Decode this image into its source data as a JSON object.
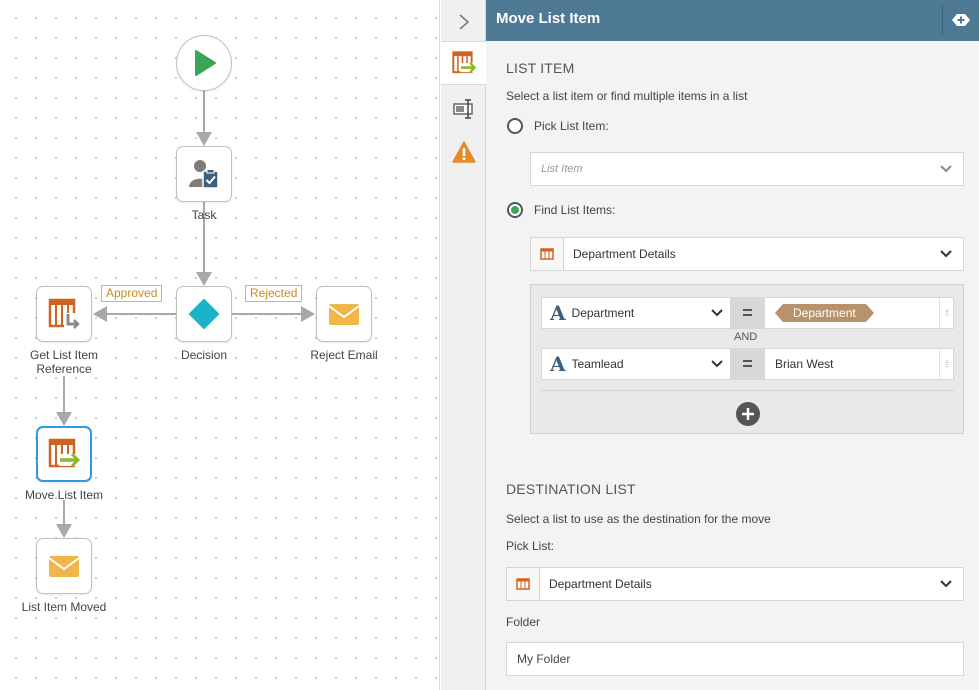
{
  "workflow": {
    "nodes": {
      "start": {
        "label": ""
      },
      "task": {
        "label": "Task"
      },
      "decision": {
        "label": "Decision"
      },
      "get_list_item": {
        "label_line1": "Get List Item",
        "label_line2": "Reference"
      },
      "reject_email": {
        "label": "Reject Email"
      },
      "move_list_item": {
        "label": "Move List Item"
      },
      "list_item_moved": {
        "label": "List Item Moved"
      }
    },
    "branches": {
      "approved": "Approved",
      "rejected": "Rejected"
    }
  },
  "panel": {
    "title": "Move List Item",
    "list_item_section": {
      "title": "LIST ITEM",
      "description": "Select a list item or find multiple items in a list",
      "pick_option": "Pick List Item:",
      "pick_placeholder": "List Item",
      "find_option": "Find List Items:",
      "find_list": "Department Details",
      "selected_option": "find",
      "conditions": [
        {
          "field": "Department",
          "operator": "=",
          "value": "Department",
          "value_type": "token"
        },
        {
          "field": "Teamlead",
          "operator": "=",
          "value": "Brian West",
          "value_type": "text"
        }
      ],
      "join": "AND"
    },
    "destination_section": {
      "title": "DESTINATION LIST",
      "description": "Select a list to use as the destination for the move",
      "pick_list_label": "Pick List:",
      "pick_list_value": "Department Details",
      "folder_label": "Folder",
      "folder_value": "My Folder"
    }
  },
  "colors": {
    "header": "#4f7a96",
    "start_green": "#3aa655",
    "decision_teal": "#1ab2c8",
    "list_orange": "#d0631e",
    "email_yellow": "#f0b64a",
    "selected_border": "#2e9ae6",
    "token": "#b8926a"
  }
}
